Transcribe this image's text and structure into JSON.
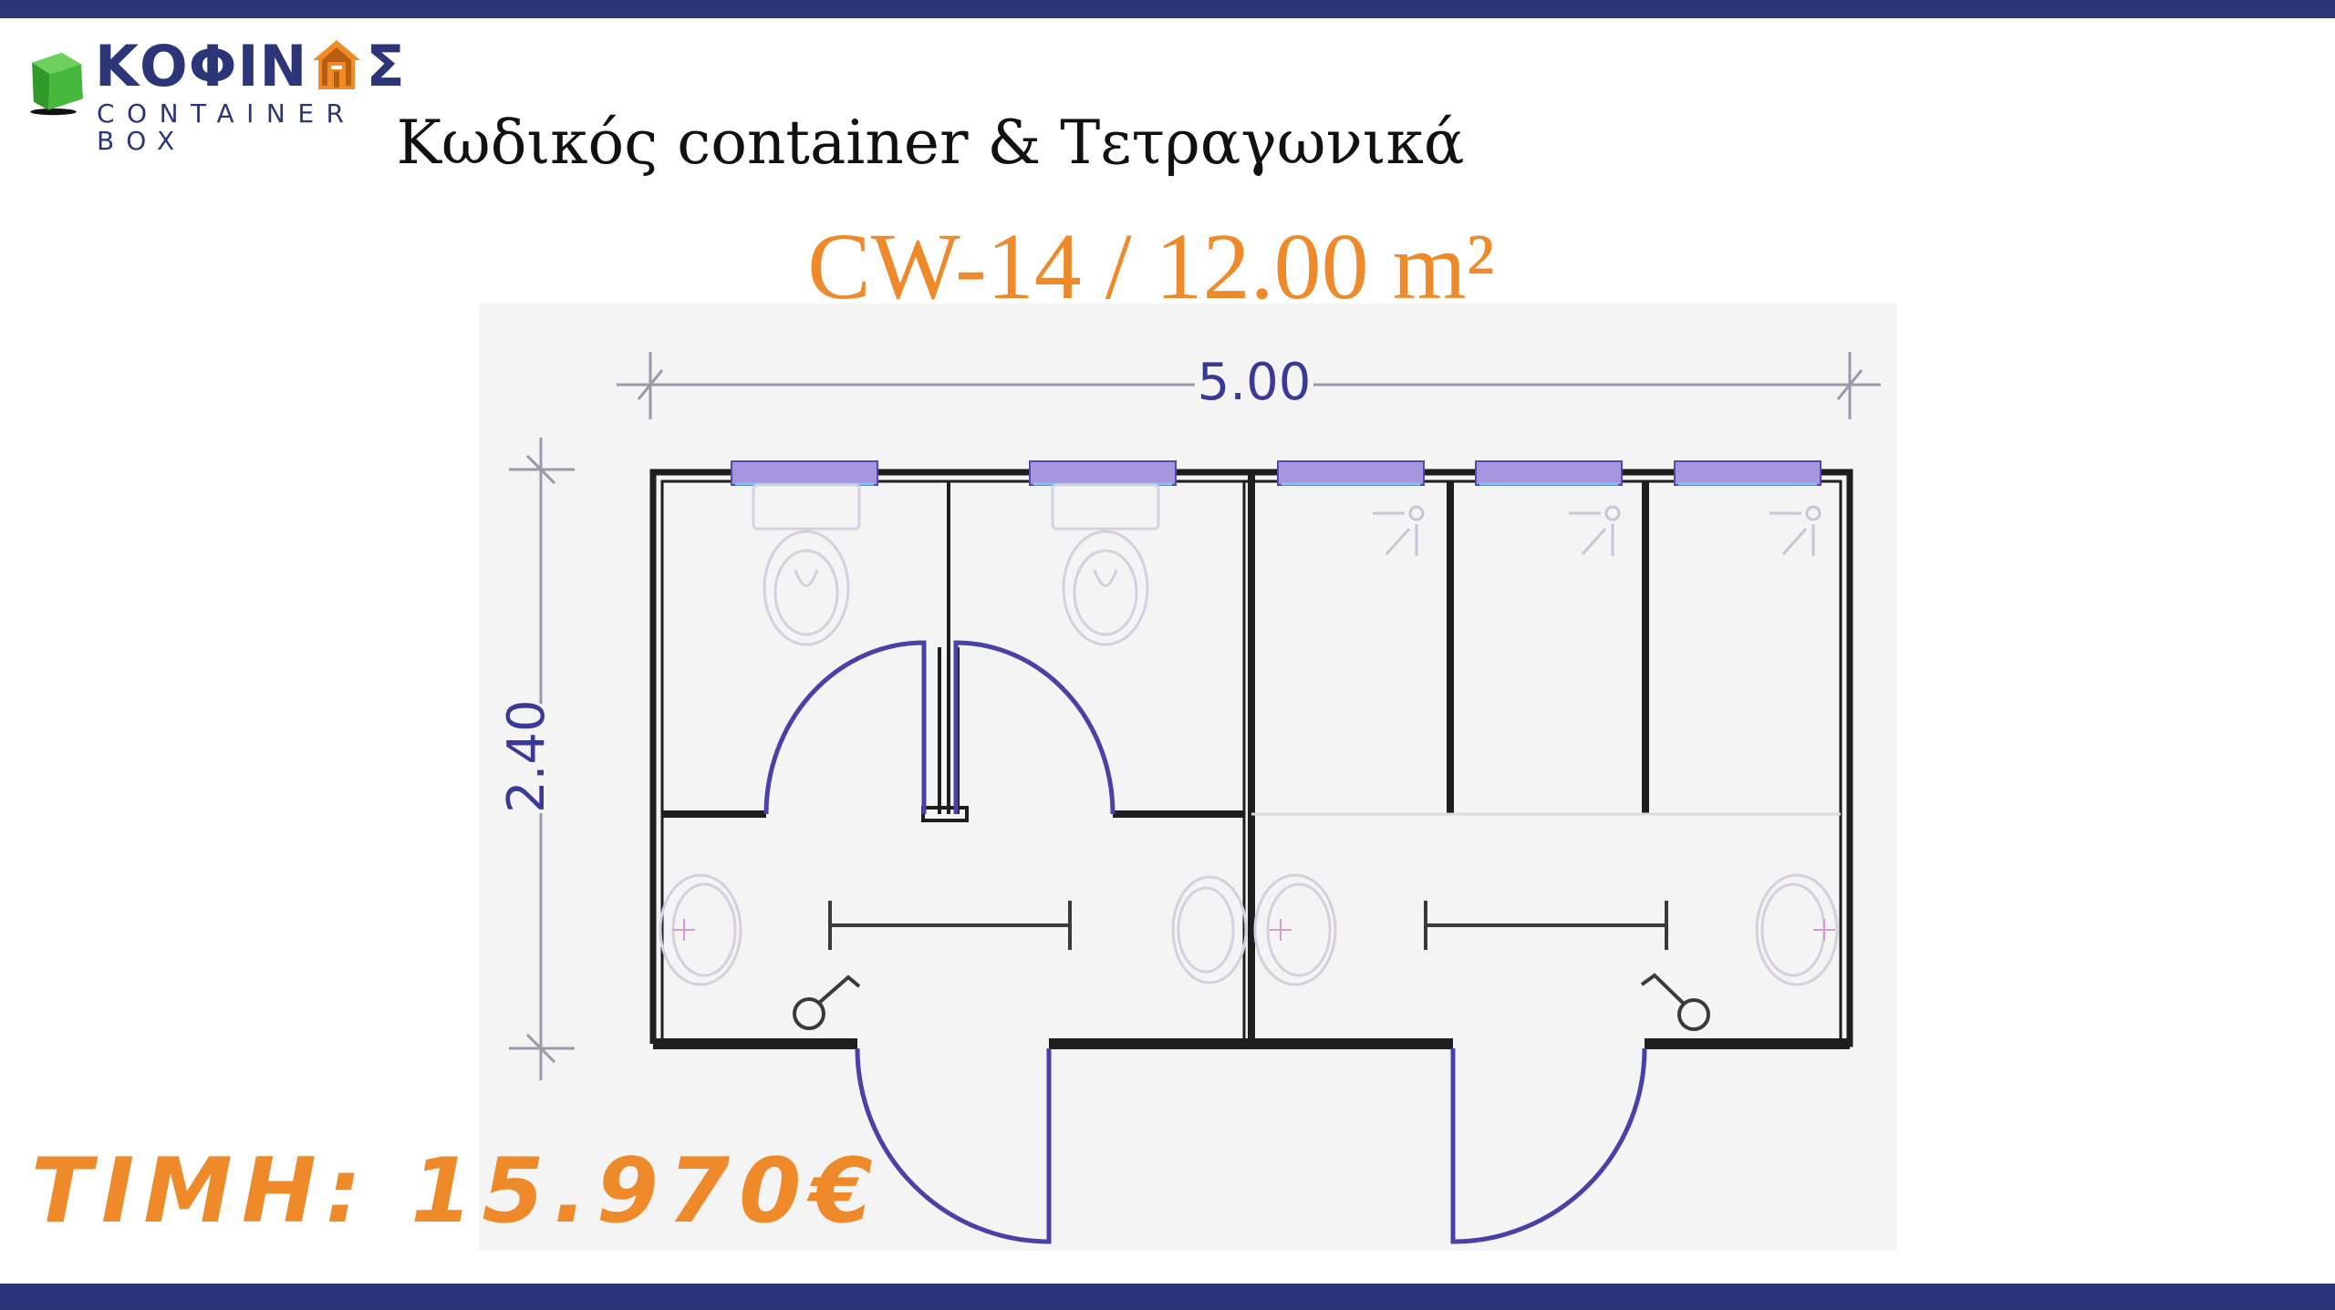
{
  "brand": {
    "name": "ΚΟΦΙΝΩΣ",
    "name_prefix": "ΚΟΦΙΝ",
    "name_suffix": "Σ",
    "tagline": "CONTAINER BOX",
    "colors": {
      "navy": "#2b3578",
      "orange": "#ef8a2b",
      "green": "#3fae3a"
    },
    "icons": {
      "cube": "green-cube-icon",
      "house": "orange-house-icon"
    }
  },
  "header": {
    "title": "Κωδικός container & Τετραγωνικά",
    "code_line": "CW-14 / 12.00 m²"
  },
  "floor_plan": {
    "width_label": "5.00",
    "height_label": "2.40",
    "rooms": [
      {
        "type": "wc",
        "fixture": "toilet"
      },
      {
        "type": "wc",
        "fixture": "toilet"
      },
      {
        "type": "shower",
        "fixture": "shower-head"
      },
      {
        "type": "shower",
        "fixture": "shower-head"
      },
      {
        "type": "shower",
        "fixture": "shower-head"
      },
      {
        "type": "washroom",
        "fixture": "sinks"
      },
      {
        "type": "washroom",
        "fixture": "sinks"
      }
    ],
    "colors": {
      "wall": "#1e1e1e",
      "door": "#4b3fa8",
      "window": "#8a78d0",
      "dimension": "#3a3a96",
      "fixture": "#c9c2d2"
    }
  },
  "price": {
    "label": "ΤΙΜΗ: 15.970€",
    "value": "15.970",
    "currency": "€"
  }
}
